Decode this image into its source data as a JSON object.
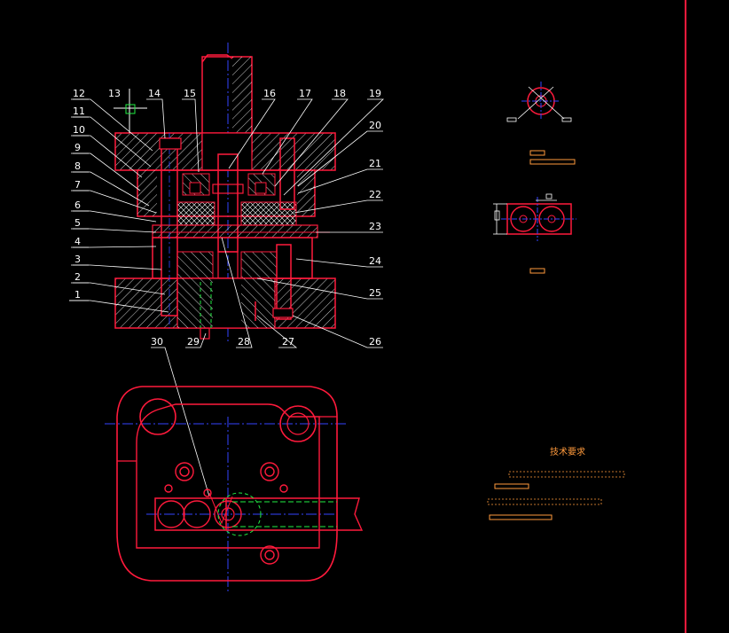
{
  "drawing": {
    "part_labels": [
      "1",
      "2",
      "3",
      "4",
      "5",
      "6",
      "7",
      "8",
      "9",
      "10",
      "11",
      "12",
      "13",
      "14",
      "15",
      "16",
      "17",
      "18",
      "19",
      "20",
      "21",
      "22",
      "23",
      "24",
      "25",
      "26",
      "27",
      "28",
      "29",
      "30"
    ],
    "tech_title": "技术要求",
    "colors": {
      "background": "#000000",
      "outline": "#ff1a3c",
      "centerline": "#3344ff",
      "hatch": "#ffffff",
      "leader": "#ffffff",
      "hidden": "#22ee44",
      "note": "#ff9a3c",
      "border": "#ff1a3c"
    }
  }
}
